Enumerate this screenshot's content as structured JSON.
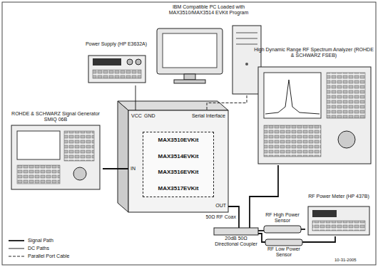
{
  "diagram": {
    "nodes": [
      {
        "text": [
          "IBM Compatible PC Loaded with MAX3510/MAX3514 EVKit Program"
        ]
      },
      {
        "text": [
          "Power Supply (HP E3632A)"
        ]
      },
      {
        "text": [
          "ROHDE & SCHWARZ Signal Generator SMIQ 06B"
        ]
      },
      {
        "text": [
          "VCC",
          "GND",
          "Serial Interface",
          "IN",
          "OUT"
        ]
      },
      {
        "text": [
          "MAX3510EVKit",
          "MAX3514EVKit",
          "MAX3516EVKit",
          "MAX3517EVKit"
        ],
        "in": 3
      },
      {
        "text": [
          "High Dynamic Range RF Spectrum Analyzer (ROHDE & SCHWARZ FSEB)"
        ]
      },
      {
        "text": [
          "20dB 50Ω Directional Coupler"
        ]
      },
      {
        "text": [
          "RF High Power Sensor"
        ]
      },
      {
        "text": [
          "RF Low Power Sensor"
        ]
      },
      {
        "text": [
          "RF Power Meter (HP 437B)"
        ]
      }
    ],
    "edges": [
      {
        "from": 0,
        "to": 3,
        "arrow": "none"
      },
      {
        "from": 1,
        "to": 3,
        "arrow": "none"
      },
      {
        "from": 2,
        "to": 3,
        "arrow": "none"
      },
      {
        "from": 3,
        "to": 6,
        "label": "50Ω RF Coax",
        "arrow": "none"
      },
      {
        "from": 6,
        "to": 5,
        "arrow": "none"
      },
      {
        "from": 6,
        "to": 7,
        "arrow": "none"
      },
      {
        "from": 6,
        "to": 8,
        "arrow": "none"
      },
      {
        "from": 7,
        "to": 9,
        "arrow": "none"
      },
      {
        "from": 8,
        "to": 9,
        "arrow": "none"
      }
    ],
    "labels": [
      "10-31-2005"
    ],
    "legend": [
      {
        "text": "Signal Path"
      },
      {
        "text": "DC Paths"
      },
      {
        "text": "Parallel Port Cable"
      }
    ]
  }
}
